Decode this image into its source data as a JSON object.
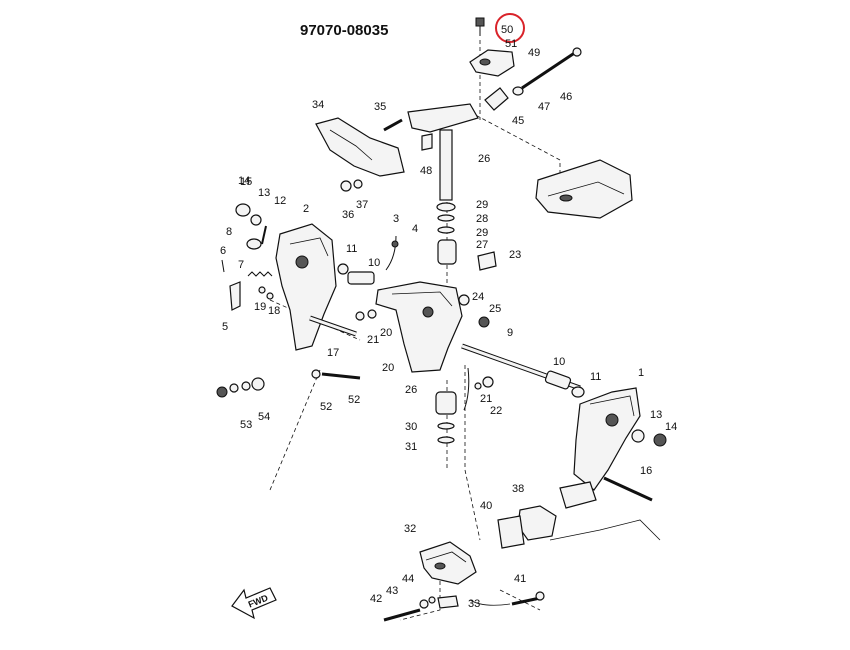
{
  "part_number": "97070-08035",
  "highlighted_callout": "49",
  "highlight_color": "#d9232a",
  "fwd_label": "FWD",
  "callouts": [
    "1",
    "2",
    "3",
    "4",
    "5",
    "6",
    "7",
    "8",
    "9",
    "10",
    "10",
    "11",
    "11",
    "12",
    "13",
    "13",
    "14",
    "14",
    "15",
    "16",
    "17",
    "18",
    "19",
    "20",
    "20",
    "21",
    "21",
    "22",
    "23",
    "24",
    "25",
    "26",
    "26",
    "27",
    "28",
    "29",
    "29",
    "30",
    "31",
    "32",
    "33",
    "34",
    "35",
    "36",
    "37",
    "38",
    "40",
    "41",
    "42",
    "43",
    "44",
    "45",
    "46",
    "47",
    "48",
    "49",
    "50",
    "51",
    "52",
    "52",
    "53",
    "54"
  ]
}
